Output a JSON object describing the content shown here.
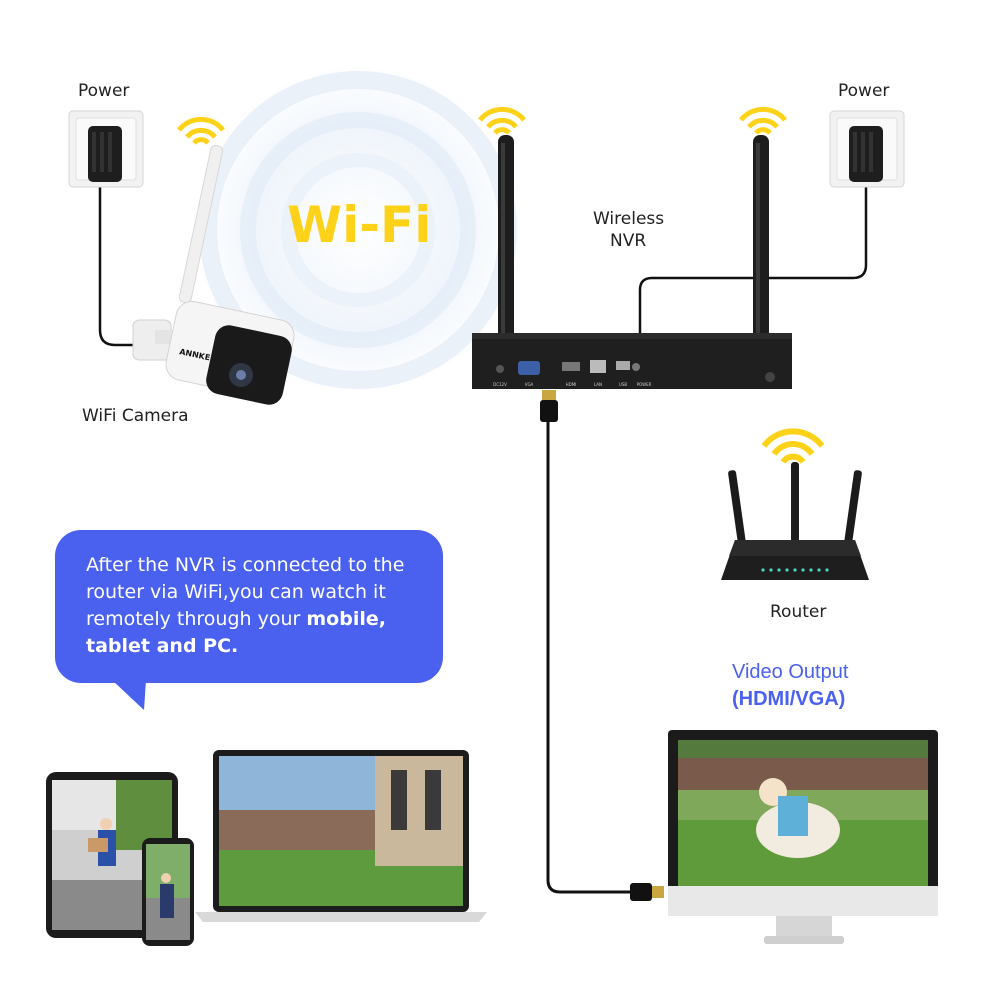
{
  "labels": {
    "power_left": "Power",
    "power_right": "Power",
    "wifi_title": "Wi-Fi",
    "wireless_nvr_line1": "Wireless",
    "wireless_nvr_line2": "NVR",
    "wifi_camera": "WiFi Camera",
    "router": "Router",
    "video_output": "Video Output",
    "video_output_sub": "(HDMI/VGA)",
    "camera_brand": "ANNKE"
  },
  "bubble": {
    "text_plain": "After the NVR is connected to the router via WiFi,you can watch it remotely through your ",
    "text_bold_1": "mobile,",
    "text_bold_2": "tablet and PC."
  },
  "nvr_ports": [
    "DC12V",
    "VGA",
    "HDMI",
    "LAN",
    "USB",
    "POWER"
  ],
  "colors": {
    "accent_blue": "#4a60ee",
    "wifi_yellow": "#ffd21a",
    "device_black": "#1c1c1c",
    "cable": "#111111"
  },
  "icons": [
    "wifi-signal-icon",
    "power-adapter-icon",
    "hdmi-connector-icon"
  ]
}
